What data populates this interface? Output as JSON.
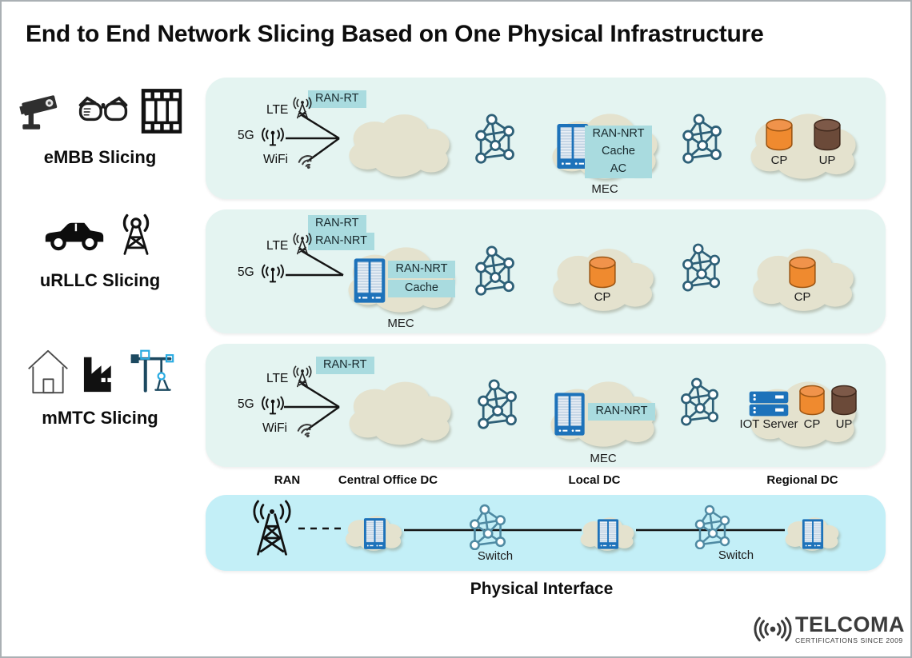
{
  "title": "End to End Network Slicing Based on One Physical Infrastructure",
  "legend": {
    "groups": [
      {
        "label": "eMBB Slicing",
        "icons": [
          "cctv-camera-icon",
          "smart-glasses-icon",
          "film-strip-icon"
        ]
      },
      {
        "label": "uRLLC Slicing",
        "icons": [
          "car-icon",
          "broadcast-tower-icon"
        ]
      },
      {
        "label": "mMTC Slicing",
        "icons": [
          "house-icon",
          "factory-icon",
          "construction-crane-icon"
        ]
      }
    ]
  },
  "rows": [
    {
      "slice": "eMBB",
      "access": {
        "lte": "LTE",
        "five_g": "5G",
        "wifi": "WiFi"
      },
      "ran_chips": [
        "RAN-RT"
      ],
      "mec": {
        "chips": [
          "RAN-NRT",
          "Cache",
          "AC"
        ],
        "caption": "MEC"
      },
      "regional": {
        "cp": "CP",
        "up": "UP"
      }
    },
    {
      "slice": "uRLLC",
      "access": {
        "lte": "LTE",
        "five_g": "5G"
      },
      "ran_chips": [
        "RAN-RT",
        "RAN-NRT"
      ],
      "mec": {
        "chips": [
          "RAN-NRT",
          "Cache"
        ],
        "caption": "MEC"
      },
      "local": {
        "cp": "CP"
      },
      "regional": {
        "cp": "CP"
      }
    },
    {
      "slice": "mMTC",
      "access": {
        "lte": "LTE",
        "five_g": "5G",
        "wifi": "WiFi"
      },
      "ran_chips": [
        "RAN-RT"
      ],
      "mec": {
        "chips": [
          "RAN-NRT"
        ],
        "caption": "MEC"
      },
      "regional": {
        "iot_server": "IOT Server",
        "cp": "CP",
        "up": "UP"
      }
    }
  ],
  "dc_labels": [
    "RAN",
    "Central Office DC",
    "Local DC",
    "Regional DC"
  ],
  "physical": {
    "switch_left": "Switch",
    "switch_right": "Switch",
    "caption": "Physical Interface"
  },
  "logo": {
    "brand": "TELCOMA",
    "tagline": "CERTIFICATIONS SINCE 2009"
  },
  "colors": {
    "slice_band_bg": "#e4f4f1",
    "physical_band_bg": "#c3eff7",
    "cloud_fill": "#e4e2ce",
    "chip_bg": "#a9dbdf",
    "graph_stroke": "#2e6078",
    "switch_stroke": "#4f8aa3",
    "server_blue": "#1d72ba",
    "cp_cylinder_orange": "#ef8a2f",
    "up_cylinder_brown": "#6b4a39"
  }
}
